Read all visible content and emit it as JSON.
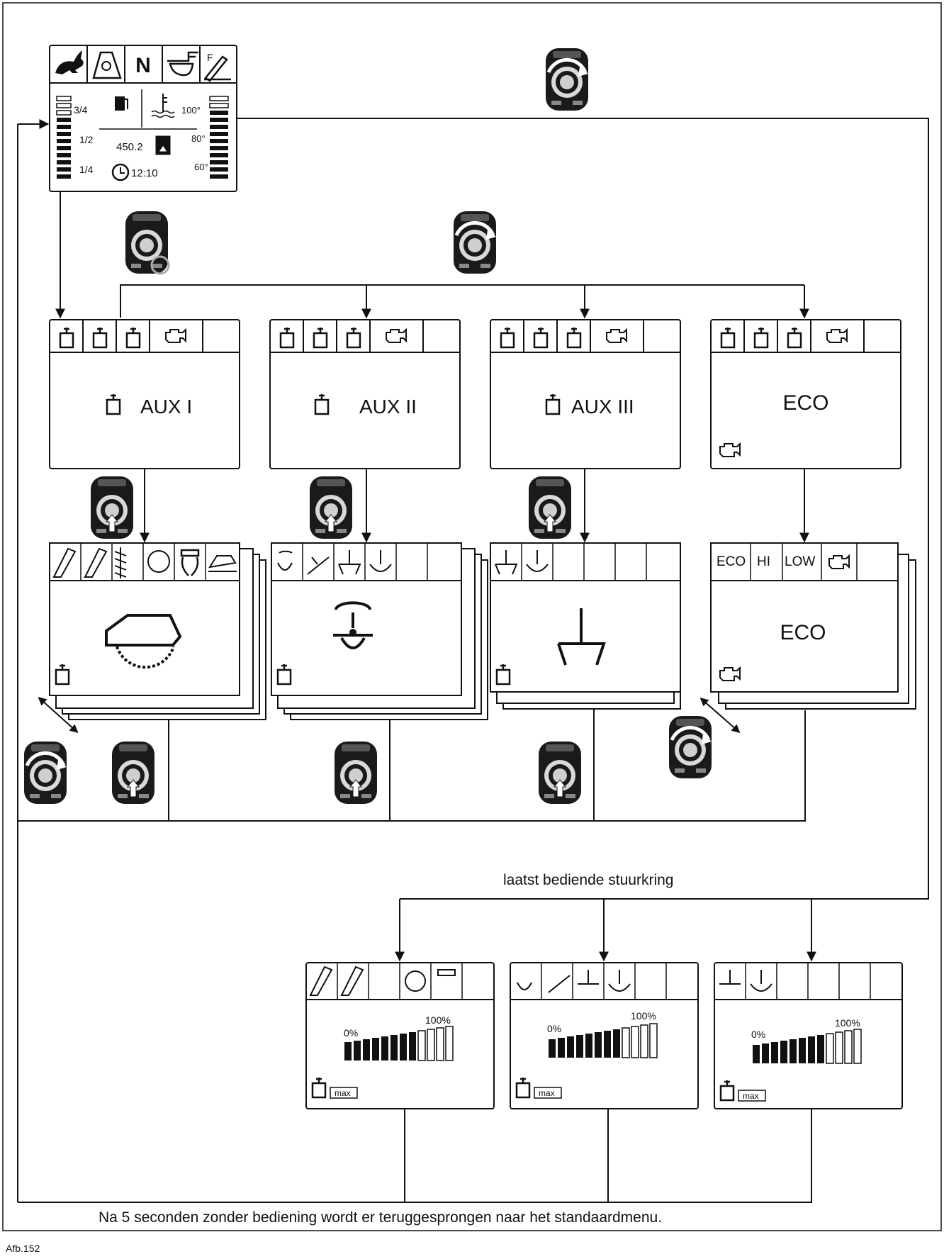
{
  "main_display": {
    "top_icons": [
      "rabbit-icon",
      "machine-icon",
      "N",
      "bucket-icon",
      "pen-icon"
    ],
    "gear_label": "N",
    "fuel_marks": [
      "3/4",
      "1/2",
      "1/4"
    ],
    "temp_marks": [
      "100°",
      "80°",
      "60°"
    ],
    "hours": "450.2",
    "clock": "12:10"
  },
  "aux_screens": [
    {
      "title": "AUX I",
      "tabs": [
        "aux1-icon",
        "aux2-icon",
        "aux3-icon",
        "engine-icon"
      ]
    },
    {
      "title": "AUX II",
      "tabs": [
        "aux1-icon",
        "aux2-icon",
        "aux3-icon",
        "engine-icon"
      ]
    },
    {
      "title": "AUX III",
      "tabs": [
        "aux1-icon",
        "aux2-icon",
        "aux3-icon",
        "engine-icon"
      ]
    },
    {
      "title": "ECO",
      "tabs": [
        "aux1-icon",
        "aux2-icon",
        "aux3-icon",
        "engine-icon"
      ]
    }
  ],
  "eco_screen": {
    "tabs": [
      "ECO",
      "HI",
      "LOW"
    ],
    "title": "ECO"
  },
  "flow_screens": [
    {
      "pct_min": "0%",
      "pct_max": "100%",
      "badge": "max"
    },
    {
      "pct_min": "0%",
      "pct_max": "100%",
      "badge": "max"
    },
    {
      "pct_min": "0%",
      "pct_max": "100%",
      "badge": "max"
    }
  ],
  "texts": {
    "last_circuit": "laatst bediende stuurkring",
    "timeout_note": "Na 5 seconden zonder bediening wordt er teruggesprongen naar het standaardmenu.",
    "figure_label": "Afb.152"
  },
  "colors": {
    "line": "#111111",
    "screen_bg": "#ffffff",
    "joystick": "#1a1a1a"
  }
}
